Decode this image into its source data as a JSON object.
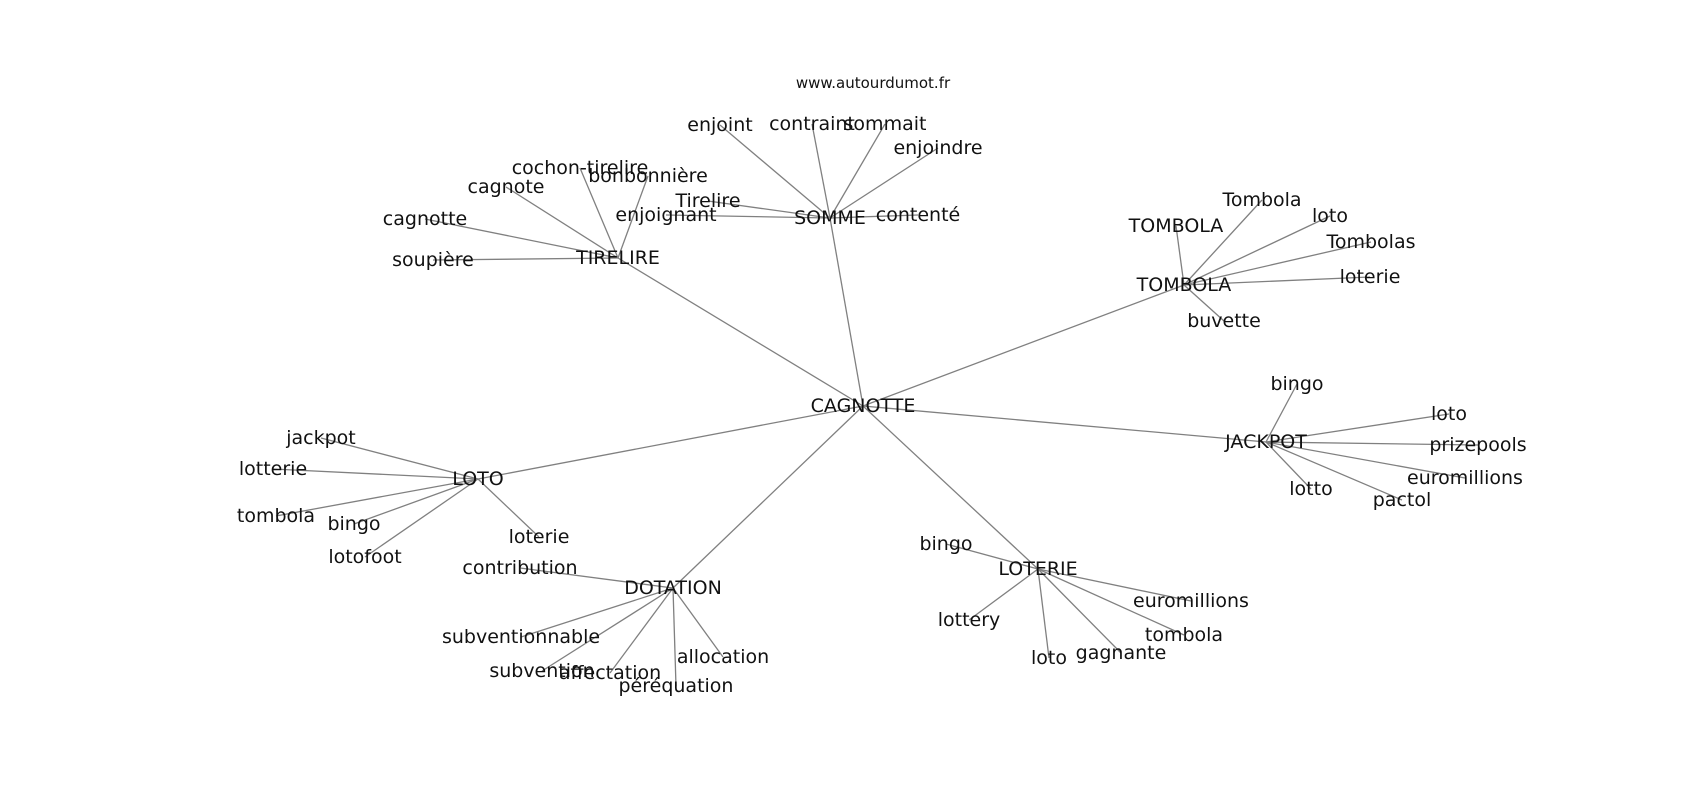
{
  "source_text": "www.autourdumot.fr",
  "diagram": {
    "type": "word-association-graph",
    "edge_color": "#808080",
    "text_color": "#111111",
    "root": "CAGNOTTE",
    "hubs": [
      {
        "id": "somme",
        "label": "SOMME",
        "children": [
          "enjoint",
          "contraint",
          "sommait",
          "enjoindre",
          "contenté",
          "enjoignant",
          "Tirelire"
        ]
      },
      {
        "id": "tirelire",
        "label": "TIRELIRE",
        "children": [
          "cochon-tirelire",
          "bonbonnière",
          "cagnote",
          "cagnotte",
          "soupière"
        ]
      },
      {
        "id": "tombola",
        "label": "TOMBOLA",
        "children": [
          "Tombola",
          "loto",
          "TOMBOLA",
          "Tombolas",
          "loterie",
          "buvette"
        ]
      },
      {
        "id": "jackpot",
        "label": "JACKPOT",
        "children": [
          "bingo",
          "loto",
          "prizepools",
          "euromillions",
          "lotto",
          "pactol"
        ]
      },
      {
        "id": "loto",
        "label": "LOTO",
        "children": [
          "jackpot",
          "lotterie",
          "tombola",
          "bingo",
          "lotofoot",
          "loterie"
        ]
      },
      {
        "id": "dotation",
        "label": "DOTATION",
        "children": [
          "contribution",
          "subventionnable",
          "subvention",
          "affectation",
          "péréquation",
          "allocation"
        ]
      },
      {
        "id": "loterie",
        "label": "LOTERIE",
        "children": [
          "bingo",
          "lottery",
          "loto",
          "gagnante",
          "tombola",
          "euromillions"
        ]
      }
    ]
  }
}
